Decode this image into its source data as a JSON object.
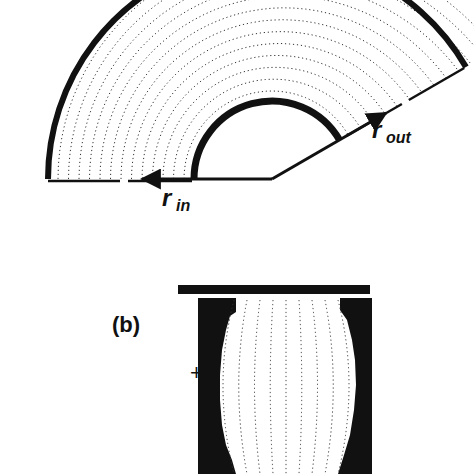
{
  "diagram": {
    "labels": [
      "r",
      "in",
      "r",
      "out",
      "(b)",
      "+"
    ]
  }
}
